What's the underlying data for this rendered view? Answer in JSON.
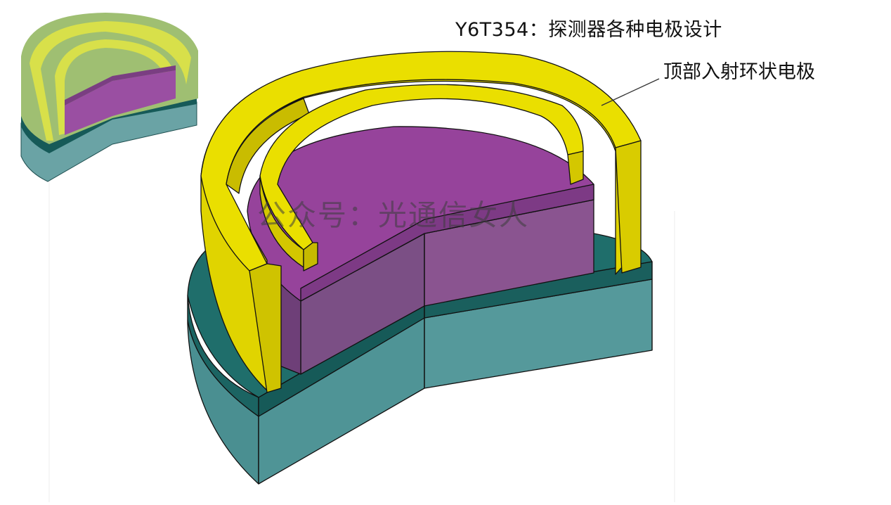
{
  "title": "Y6T354：探测器各种电极设计",
  "callout_label": "顶部入射环状电极",
  "watermark": "公众号：光通信女人",
  "colors": {
    "electrode_yellow": "#e6d800",
    "electrode_yellow_side": "#c8bb00",
    "absorber_purple": "#96439b",
    "absorber_purple_side": "#7c4f86",
    "layer_dark": "#165a58",
    "substrate_teal": "#4a8f91",
    "thumb_green": "#8fb46a",
    "thumb_substrate": "#6aa3a5",
    "outline": "#111111"
  }
}
